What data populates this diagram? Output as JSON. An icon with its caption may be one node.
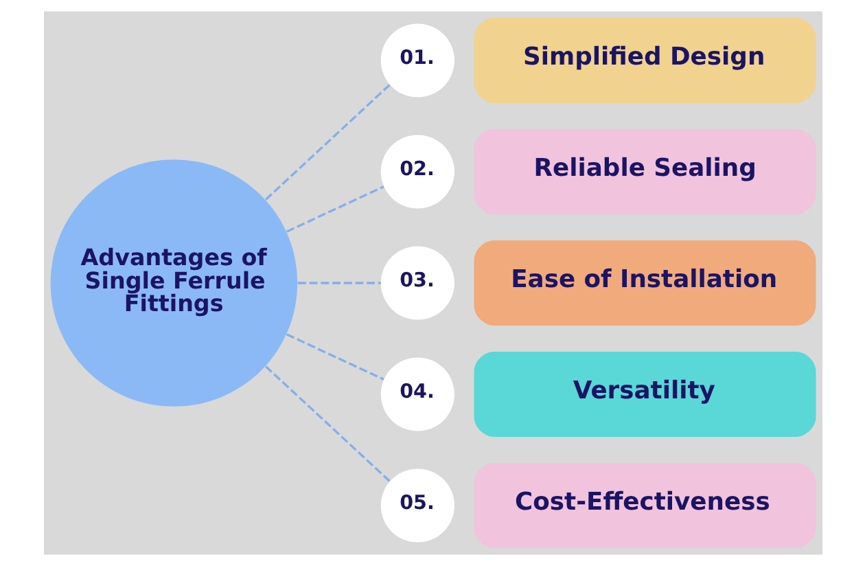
{
  "diagram": {
    "nodes": [
      {
        "text": [
          "Advantages of Single Ferrule Fittings"
        ]
      },
      {
        "text": [
          "01."
        ]
      },
      {
        "text": [
          "Simplified Design"
        ]
      },
      {
        "text": [
          "02."
        ]
      },
      {
        "text": [
          "Reliable Sealing"
        ]
      },
      {
        "text": [
          "03."
        ]
      },
      {
        "text": [
          "Ease of Installation"
        ]
      },
      {
        "text": [
          "04."
        ]
      },
      {
        "text": [
          "Versatility"
        ]
      },
      {
        "text": [
          "05."
        ]
      },
      {
        "text": [
          "Cost-Effectiveness"
        ]
      }
    ],
    "edges": [
      {
        "from": 0,
        "to": 1,
        "arrow": "none",
        "style": "dashed"
      },
      {
        "from": 0,
        "to": 3,
        "arrow": "none",
        "style": "dashed"
      },
      {
        "from": 0,
        "to": 5,
        "arrow": "none",
        "style": "dashed"
      },
      {
        "from": 0,
        "to": 7,
        "arrow": "none",
        "style": "dashed"
      },
      {
        "from": 0,
        "to": 9,
        "arrow": "none",
        "style": "dashed"
      }
    ]
  }
}
